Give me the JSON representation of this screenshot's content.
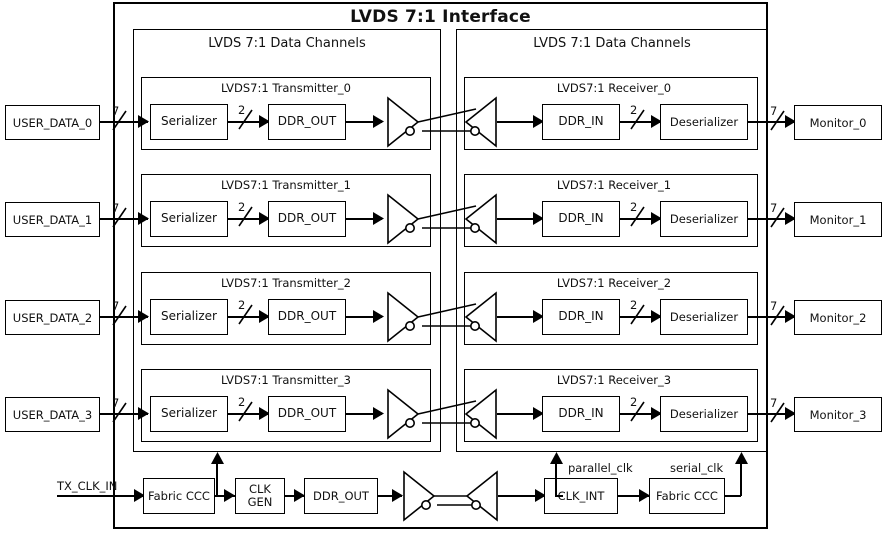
{
  "diagram": {
    "title": "LVDS 7:1 Interface",
    "tx_group_title": "LVDS 7:1 Data Channels",
    "rx_group_title": "LVDS 7:1 Data Channels",
    "channels": [
      {
        "index": 0,
        "source": "USER_DATA_0",
        "source_bus": "7",
        "tx_title": "LVDS7:1 Transmitter_0",
        "tx_block_a": "Serializer",
        "tx_bus": "2",
        "tx_block_b": "DDR_OUT",
        "rx_title": "LVDS7:1 Receiver_0",
        "rx_block_a": "DDR_IN",
        "rx_bus": "2",
        "rx_block_b": "Deserializer",
        "sink_bus": "7",
        "sink": "Monitor_0"
      },
      {
        "index": 1,
        "source": "USER_DATA_1",
        "source_bus": "7",
        "tx_title": "LVDS7:1 Transmitter_1",
        "tx_block_a": "Serializer",
        "tx_bus": "2",
        "tx_block_b": "DDR_OUT",
        "rx_title": "LVDS7:1 Receiver_1",
        "rx_block_a": "DDR_IN",
        "rx_bus": "2",
        "rx_block_b": "Deserializer",
        "sink_bus": "7",
        "sink": "Monitor_1"
      },
      {
        "index": 2,
        "source": "USER_DATA_2",
        "source_bus": "7",
        "tx_title": "LVDS7:1 Transmitter_2",
        "tx_block_a": "Serializer",
        "tx_bus": "2",
        "tx_block_b": "DDR_OUT",
        "rx_title": "LVDS7:1 Receiver_2",
        "rx_block_a": "DDR_IN",
        "rx_bus": "2",
        "rx_block_b": "Deserializer",
        "sink_bus": "7",
        "sink": "Monitor_2"
      },
      {
        "index": 3,
        "source": "USER_DATA_3",
        "source_bus": "7",
        "tx_title": "LVDS7:1 Transmitter_3",
        "tx_block_a": "Serializer",
        "tx_bus": "2",
        "tx_block_b": "DDR_OUT",
        "rx_title": "LVDS7:1 Receiver_3",
        "rx_block_a": "DDR_IN",
        "rx_bus": "2",
        "rx_block_b": "Deserializer",
        "sink_bus": "7",
        "sink": "Monitor_3"
      }
    ],
    "clock_path": {
      "input_label": "TX_CLK_IN",
      "tx_ccc": "Fabric CCC",
      "clk_gen": "CLK\nGEN",
      "tx_ddr_out": "DDR_OUT",
      "clk_int": "CLK_INT",
      "rx_ccc": "Fabric CCC",
      "parallel_clk_label": "parallel_clk",
      "serial_clk_label": "serial_clk"
    },
    "colors": {
      "line": "#000000",
      "background": "#ffffff",
      "text": "#111111"
    }
  }
}
